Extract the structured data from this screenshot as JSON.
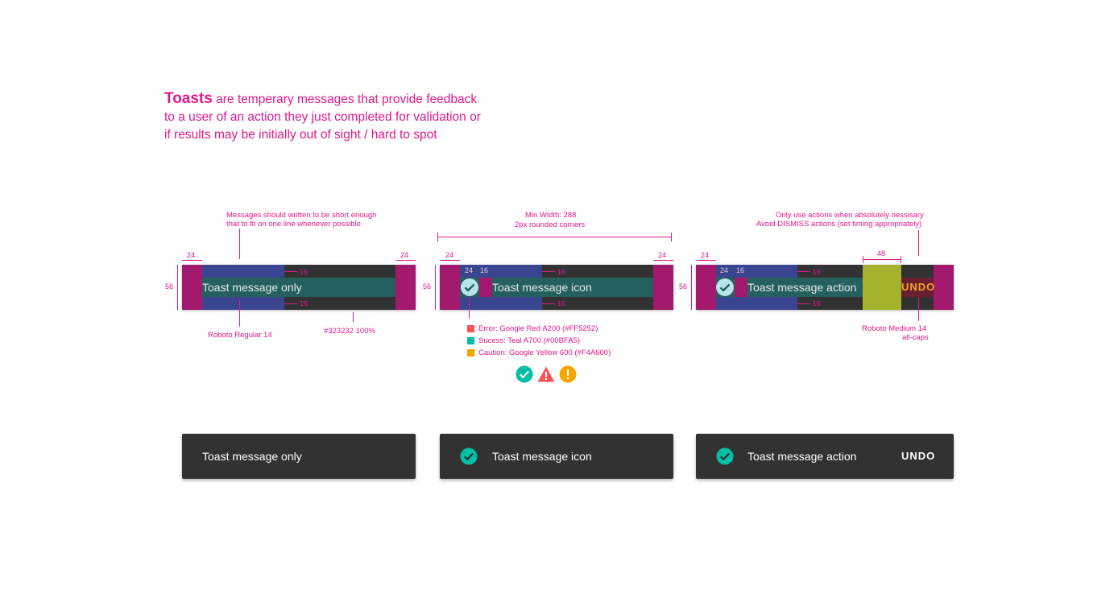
{
  "intro": {
    "lead": "Toasts",
    "line1": " are temperary messages that provide feedback",
    "line2": "to a user of an action they just completed for validation or",
    "line3": "if results may be initially out of sight / hard to spot"
  },
  "spec1": {
    "top_note_1": "Messages should written to be short enough",
    "top_note_2": "that to fit on one line whenever possible",
    "pad_left": "24",
    "pad_right": "24",
    "height": "56",
    "gap_top": "16",
    "gap_bottom": "16",
    "message": "Toast message only",
    "bottom_note_font": "Roboto Regular 14",
    "bottom_note_color": "#323232 100%"
  },
  "spec2": {
    "top_note_1": "Min Width: 288",
    "top_note_2": "2px rounded corners",
    "pad_left": "24",
    "pad_right": "24",
    "icon_width": "24",
    "icon_gap": "16",
    "height": "56",
    "gap_top": "16",
    "gap_bottom": "16",
    "message": "Toast message icon",
    "legend": [
      {
        "label": "Error: Google Red A200 (#FF5252)",
        "color": "#ff5252"
      },
      {
        "label": "Sucess: Teal A700 (#00BFA5)",
        "color": "#00bfa5"
      },
      {
        "label": "Caution: Google Yellow 600 (#F4A600)",
        "color": "#f4a600"
      }
    ],
    "status_icons": [
      "success-check-icon",
      "error-warning-icon",
      "caution-exclamation-icon"
    ]
  },
  "spec3": {
    "top_note_1": "Only use actions when absolutely nessisary",
    "top_note_2": "Avoid DISMISS actions (set timing appropriately)",
    "pad_left": "24",
    "icon_width": "24",
    "icon_gap": "16",
    "action_gap": "48",
    "height": "56",
    "gap_top": "16",
    "gap_bottom": "16",
    "message": "Toast message action",
    "action": "UNDO",
    "bottom_note_1": "Roboto Medium 14",
    "bottom_note_2": "all-caps"
  },
  "toasts": {
    "only": "Toast message only",
    "icon": "Toast message icon",
    "action": "Toast message action",
    "action_label": "UNDO"
  },
  "colors": {
    "accent": "#e0198c",
    "toast_bg": "#323232",
    "teal_icon": "#00bfa5",
    "red_icon": "#ff5252",
    "yellow_icon": "#f4a600"
  }
}
